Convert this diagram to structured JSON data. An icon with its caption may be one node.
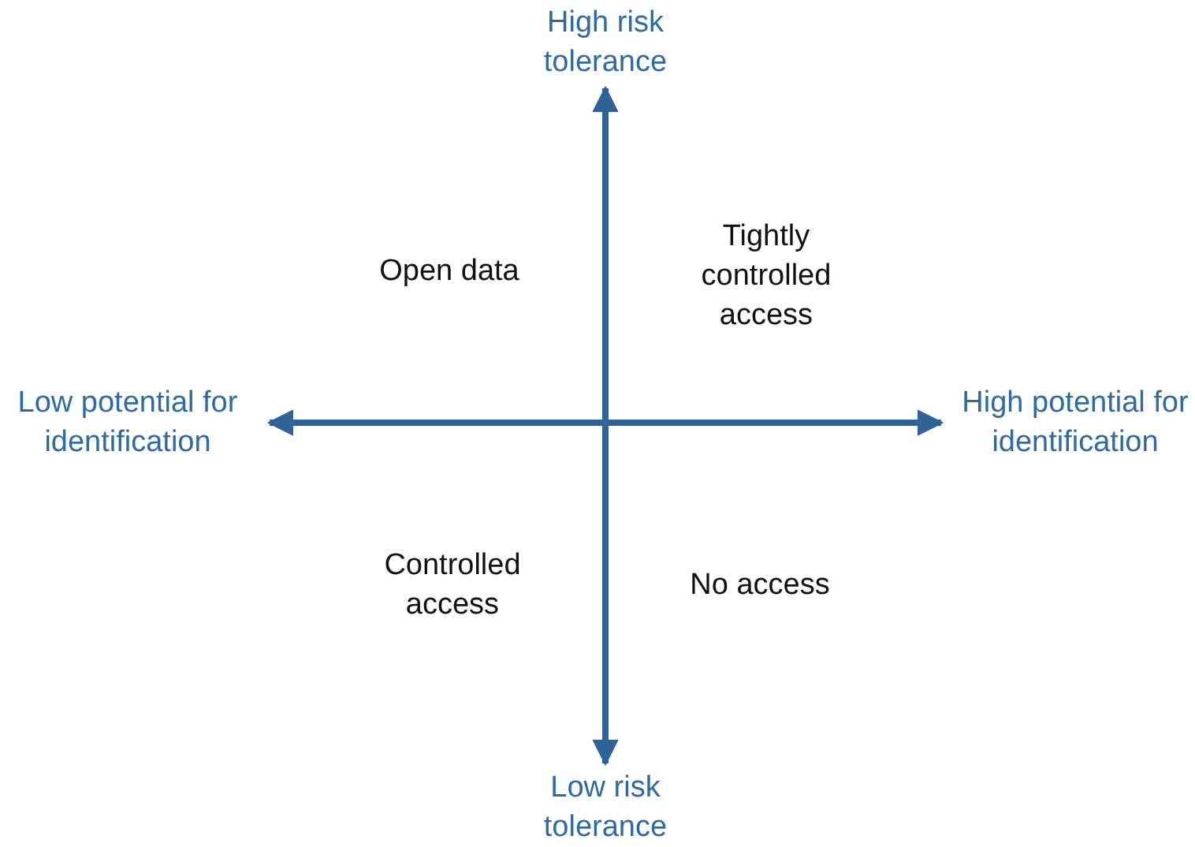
{
  "diagram": {
    "labels": [
      "High risk tolerance",
      "Open data",
      "Tightly controlled access",
      "Low potential for identification",
      "High potential for identification",
      "Controlled access",
      "No access",
      "Low risk tolerance"
    ]
  }
}
